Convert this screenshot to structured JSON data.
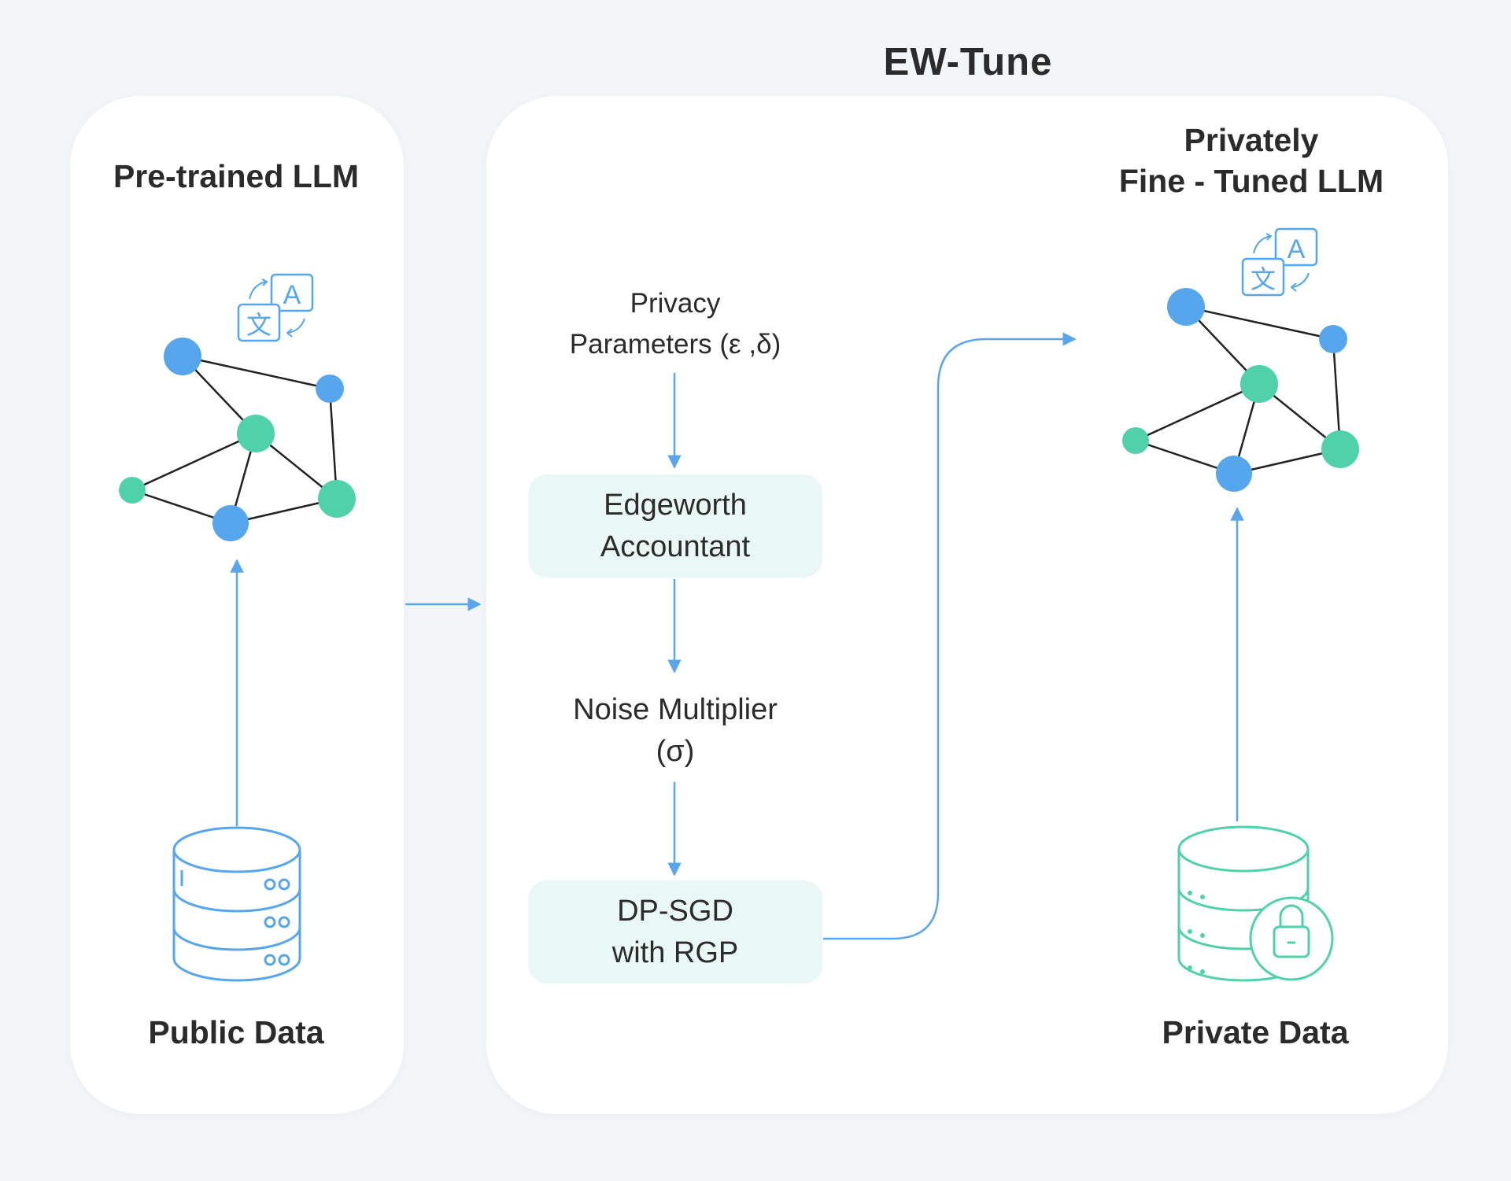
{
  "diagram": {
    "ew_tune_title": "EW-Tune",
    "pretrained_title": "Pre-trained LLM",
    "private_title_line1": "Privately",
    "private_title_line2": "Fine - Tuned LLM",
    "privacy_params_line1": "Privacy",
    "privacy_params_line2": "Parameters (ε ,δ)",
    "edgeworth_line1": "Edgeworth",
    "edgeworth_line2": "Accountant",
    "noise_line1": "Noise Multiplier",
    "noise_line2": "(σ)",
    "dpsgd_line1": "DP-SGD",
    "dpsgd_line2": "with RGP",
    "public_data_label": "Public Data",
    "private_data_label": "Private Data",
    "translate_glyph_latin": "A",
    "translate_glyph_cjk": "文"
  },
  "icons": [
    "translate-icon",
    "network-graph-icon",
    "database-icon",
    "locked-database-icon"
  ],
  "colors": {
    "blue_node": "#56a6ee",
    "green_node": "#4fd1a9",
    "arrow": "#5aa6ec",
    "box_fill": "#eaf8f5",
    "background": "#f3f6f9",
    "panel": "#ffffff"
  }
}
